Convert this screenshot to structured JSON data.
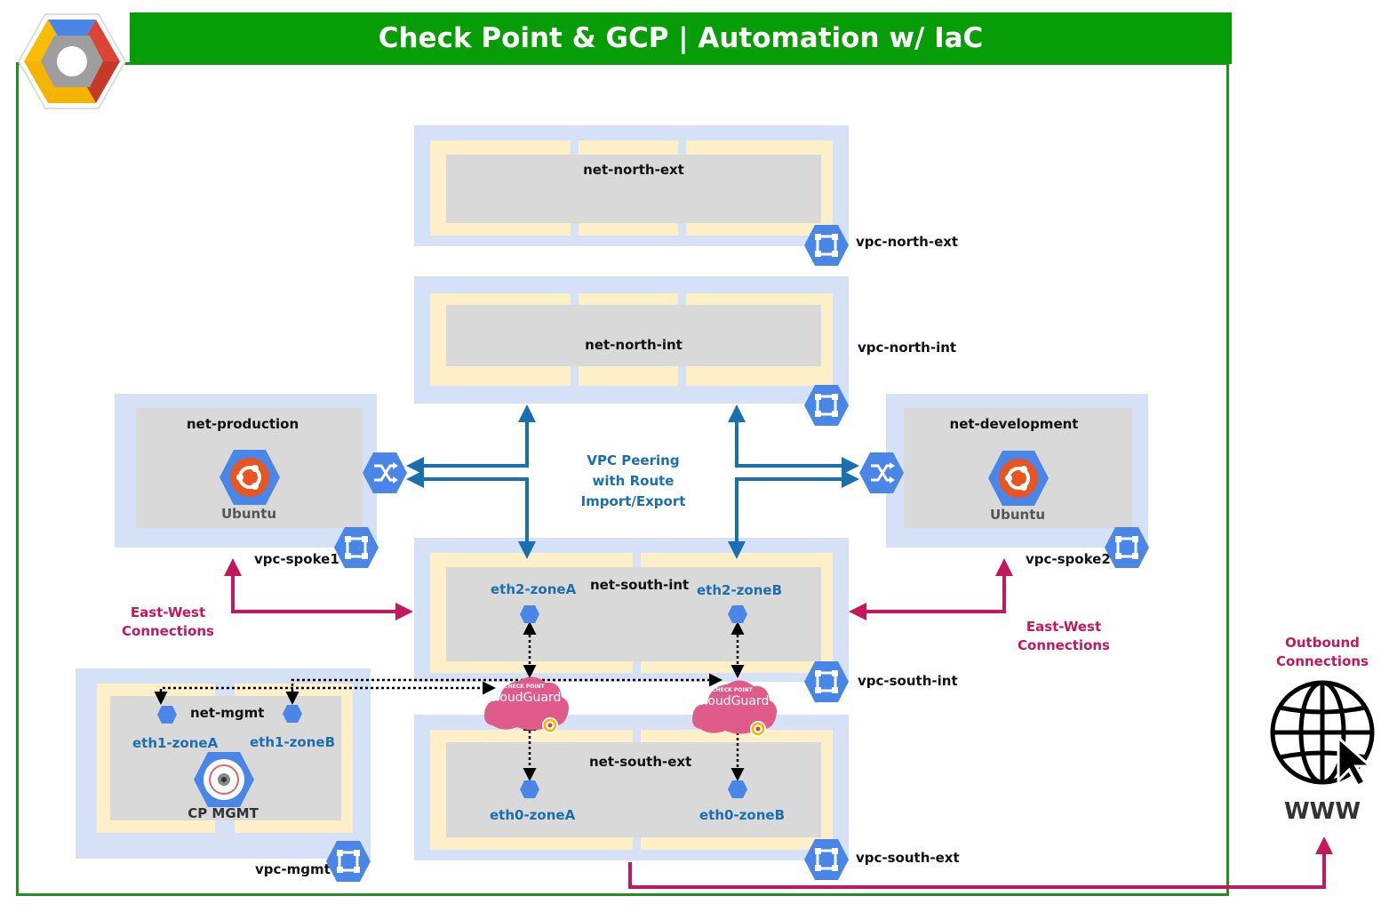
{
  "title": "Check Point & GCP | Automation w/ IaC",
  "vpcs": {
    "north_ext": "vpc-north-ext",
    "north_int": "vpc-north-int",
    "spoke1": "vpc-spoke1",
    "spoke2": "vpc-spoke2",
    "south_int": "vpc-south-int",
    "south_ext": "vpc-south-ext",
    "mgmt": "vpc-mgmt"
  },
  "nets": {
    "north_ext": "net-north-ext",
    "north_int": "net-north-int",
    "production": "net-production",
    "development": "net-development",
    "south_int": "net-south-int",
    "south_ext": "net-south-ext",
    "mgmt": "net-mgmt"
  },
  "interfaces": {
    "eth2_zoneA": "eth2-zoneA",
    "eth2_zoneB": "eth2-zoneB",
    "eth0_zoneA": "eth0-zoneA",
    "eth0_zoneB": "eth0-zoneB",
    "eth1_zoneA": "eth1-zoneA",
    "eth1_zoneB": "eth1-zoneB"
  },
  "hosts": {
    "production": "Ubuntu",
    "development": "Ubuntu",
    "mgmt": "CP MGMT"
  },
  "peering": {
    "line1": "VPC Peering",
    "line2": "with Route",
    "line3": "Import/Export"
  },
  "east_west": {
    "line1": "East-West",
    "line2": "Connections"
  },
  "outbound": {
    "line1": "Outbound",
    "line2": "Connections"
  },
  "www": "WWW",
  "cloudguard": {
    "small": "CHECK POINT",
    "name": "CloudGuard"
  },
  "colors": {
    "banner": "#079d07",
    "vpc": "#d4e1f7",
    "subnet": "#fdefc7",
    "network": "#d9d9d9",
    "hex_icon": "#4a86e8",
    "peering_arrow": "#1a6fb0",
    "east_west_arrow": "#c3185c",
    "ubuntu": "#e95420",
    "cloudguard": "#e05a8a"
  },
  "icons": [
    "gcp-logo",
    "vpc-network-icon",
    "router-icon",
    "ubuntu-icon",
    "cp-mgmt-icon",
    "cloudguard-icon",
    "globe-icon"
  ]
}
